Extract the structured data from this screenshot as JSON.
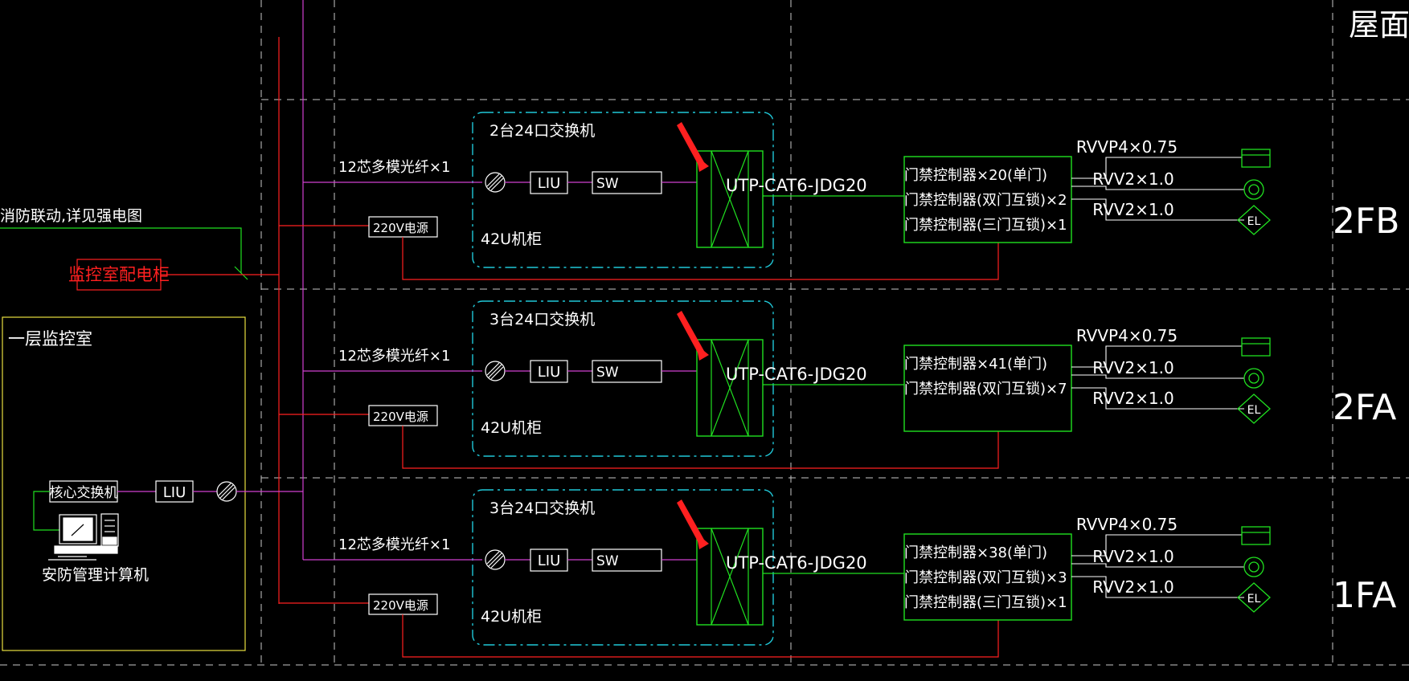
{
  "colors": {
    "background": "#000000",
    "grid_dash": "#c8c8c8",
    "power_red": "#ff2020",
    "fiber_magenta": "#d040d0",
    "signal_green": "#20e020",
    "cabinet_cyan": "#20c8d8",
    "room_yellow": "#e8e040",
    "text_white": "#ffffff",
    "text_red": "#ff2020"
  },
  "floors": {
    "roof": "屋面",
    "f2b": "2FB",
    "f2a": "2FA",
    "f1a": "1FA"
  },
  "linkage_note": "消防联动,详见强电图",
  "distribution_cabinet": "监控室配电柜",
  "control_room": {
    "title": "一层监控室",
    "core_switch": "核心交换机",
    "liu": "LIU",
    "computer_label": "安防管理计算机"
  },
  "sections": [
    {
      "floor": "2FB",
      "switch_title": "2台24口交换机",
      "fiber_label": "12芯多模光纤×1",
      "liu": "LIU",
      "sw": "SW",
      "power": "220V电源",
      "rack": "42U机柜",
      "cable": "UTP-CAT6-JDG20",
      "controllers": [
        "门禁控制器×20(单门)",
        "门禁控制器(双门互锁)×2",
        "门禁控制器(三门互锁)×1"
      ],
      "wires": [
        "RVVP4×0.75",
        "RVV2×1.0",
        "RVV2×1.0"
      ],
      "el_label": "EL"
    },
    {
      "floor": "2FA",
      "switch_title": "3台24口交换机",
      "fiber_label": "12芯多模光纤×1",
      "liu": "LIU",
      "sw": "SW",
      "power": "220V电源",
      "rack": "42U机柜",
      "cable": "UTP-CAT6-JDG20",
      "controllers": [
        "门禁控制器×41(单门)",
        "门禁控制器(双门互锁)×7"
      ],
      "wires": [
        "RVVP4×0.75",
        "RVV2×1.0",
        "RVV2×1.0"
      ],
      "el_label": "EL"
    },
    {
      "floor": "1FA",
      "switch_title": "3台24口交换机",
      "fiber_label": "12芯多模光纤×1",
      "liu": "LIU",
      "sw": "SW",
      "power": "220V电源",
      "rack": "42U机柜",
      "cable": "UTP-CAT6-JDG20",
      "controllers": [
        "门禁控制器×38(单门)",
        "门禁控制器(双门互锁)×3",
        "门禁控制器(三门互锁)×1"
      ],
      "wires": [
        "RVVP4×0.75",
        "RVV2×1.0",
        "RVV2×1.0"
      ],
      "el_label": "EL"
    }
  ]
}
